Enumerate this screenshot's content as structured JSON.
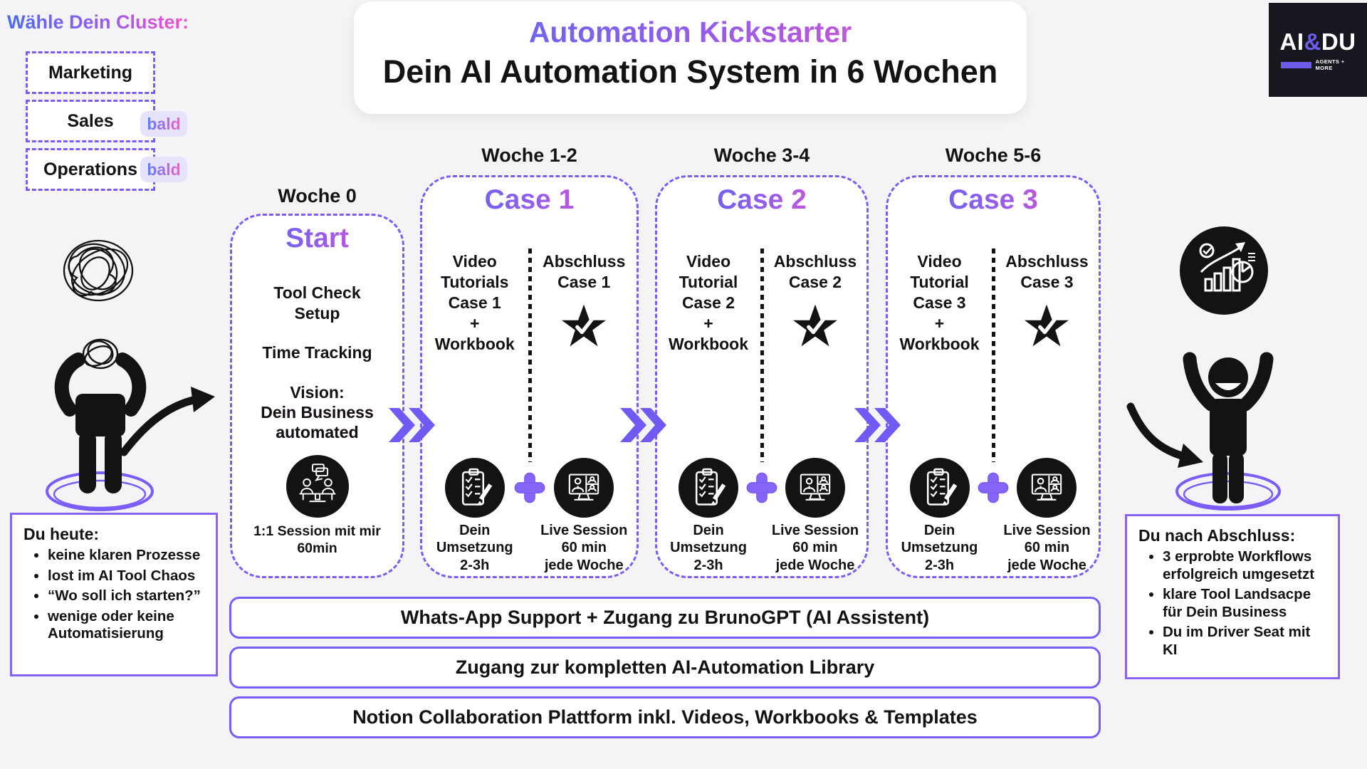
{
  "colors": {
    "accent_purple": "#7b5cf6",
    "blue": "#4a6bf5",
    "pink": "#f04fc7",
    "dark": "#131313",
    "badge_bg": "#e6e3fb",
    "logo_bg": "#17171f",
    "logo_purple": "#6c5ce7",
    "background": "#f4f3f5"
  },
  "cluster": {
    "heading": "Wähle Dein Cluster:",
    "items": [
      {
        "label": "Marketing",
        "badge": ""
      },
      {
        "label": "Sales",
        "badge": "bald"
      },
      {
        "label": "Operations",
        "badge": "bald"
      }
    ]
  },
  "header": {
    "title_line1": "Automation Kickstarter",
    "title_line2": "Dein AI Automation System in 6 Wochen"
  },
  "logo": {
    "part1": "AI",
    "amp": "&",
    "part2": "DU",
    "tagline": "AGENTS + MORE"
  },
  "week0": {
    "week_label": "Woche 0",
    "title": "Start",
    "item1": "Tool Check\nSetup",
    "item2": "Time Tracking",
    "vision_label": "Vision:",
    "vision_line1": "Dein Business",
    "vision_line2": "automated",
    "icon": "meeting-icon",
    "icon_caption": "1:1 Session mit mir\n60min"
  },
  "cases": [
    {
      "week_label": "Woche 1-2",
      "title": "Case 1",
      "left_text": "Video\nTutorials\nCase 1\n+\nWorkbook",
      "right_text": "Abschluss\nCase 1",
      "star_icon": "star-check-icon",
      "bottom_left_icon": "checklist-icon",
      "bottom_right_icon": "live-session-icon",
      "bottom_left_caption": "Dein Umsetzung\n2-3h",
      "bottom_right_caption": "Live Session\n60 min\njede Woche"
    },
    {
      "week_label": "Woche 3-4",
      "title": "Case 2",
      "left_text": "Video\nTutorial\nCase 2\n+\nWorkbook",
      "right_text": "Abschluss\nCase 2",
      "star_icon": "star-check-icon",
      "bottom_left_icon": "checklist-icon",
      "bottom_right_icon": "live-session-icon",
      "bottom_left_caption": "Dein Umsetzung\n2-3h",
      "bottom_right_caption": "Live Session\n60 min\njede Woche"
    },
    {
      "week_label": "Woche 5-6",
      "title": "Case 3",
      "left_text": "Video\nTutorial\nCase 3\n+\nWorkbook",
      "right_text": "Abschluss\nCase 3",
      "star_icon": "star-check-icon",
      "bottom_left_icon": "checklist-icon",
      "bottom_right_icon": "live-session-icon",
      "bottom_left_caption": "Dein Umsetzung\n2-3h",
      "bottom_right_caption": "Live Session\n60 min\njede Woche"
    }
  ],
  "left_panel": {
    "title": "Du heute:",
    "bullets": [
      "keine klaren Prozesse",
      "lost im AI Tool Chaos",
      "“Wo soll ich starten?”",
      "wenige oder keine Automatisierung"
    ]
  },
  "right_panel": {
    "title": "Du nach Abschluss:",
    "bullets": [
      "3 erprobte Workflows erfolgreich umgesetzt",
      "klare Tool Landsacpe für Dein Business",
      "Du im Driver Seat mit KI"
    ]
  },
  "bottom_bars": [
    "Whats-App Support + Zugang zu BrunoGPT (AI Assistent)",
    "Zugang zur kompletten AI-Automation Library",
    "Notion Collaboration Plattform inkl. Videos, Workbooks & Templates"
  ]
}
